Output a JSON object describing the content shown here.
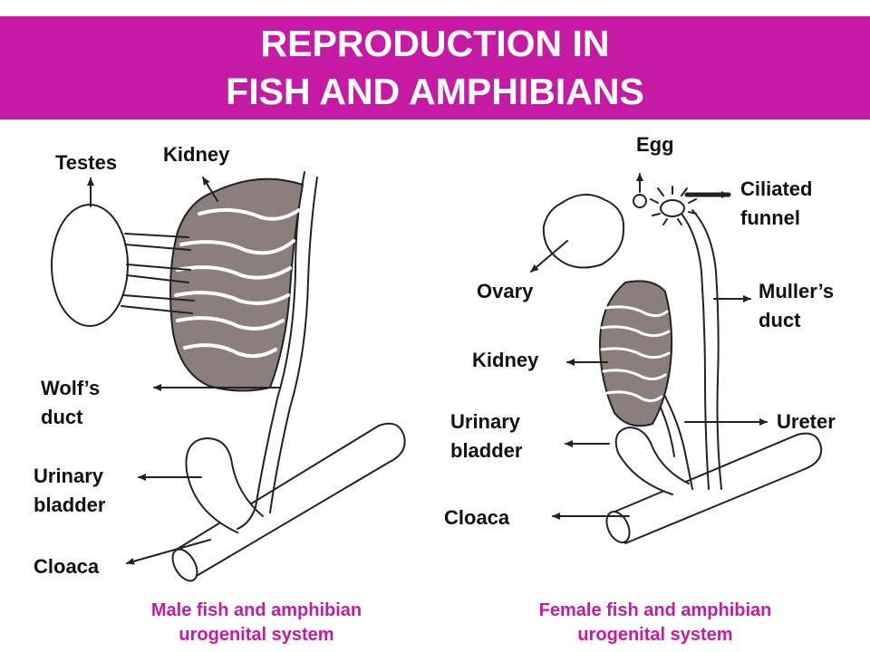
{
  "title": {
    "line1": "REPRODUCTION IN",
    "line2": "FISH AND AMPHIBIANS"
  },
  "male": {
    "labels": {
      "testes": "Testes",
      "kidney": "Kidney",
      "wolfs_duct_1": "Wolf’s",
      "wolfs_duct_2": "duct",
      "urinary_bladder_1": "Urinary",
      "urinary_bladder_2": "bladder",
      "cloaca": "Cloaca"
    },
    "caption_1": "Male fish and amphibian",
    "caption_2": "urogenital system"
  },
  "female": {
    "labels": {
      "egg": "Egg",
      "ciliated_funnel_1": "Ciliated",
      "ciliated_funnel_2": "funnel",
      "ovary": "Ovary",
      "mullers_duct_1": "Muller’s",
      "mullers_duct_2": "duct",
      "kidney": "Kidney",
      "urinary_bladder_1": "Urinary",
      "urinary_bladder_2": "bladder",
      "ureter": "Ureter",
      "cloaca": "Cloaca"
    },
    "caption_1": "Female fish and amphibian",
    "caption_2": "urogenital system"
  },
  "colors": {
    "banner": "#c51aa4",
    "caption": "#c51aa4",
    "kidney_fill": "#8a7f7d",
    "line": "#222222"
  }
}
